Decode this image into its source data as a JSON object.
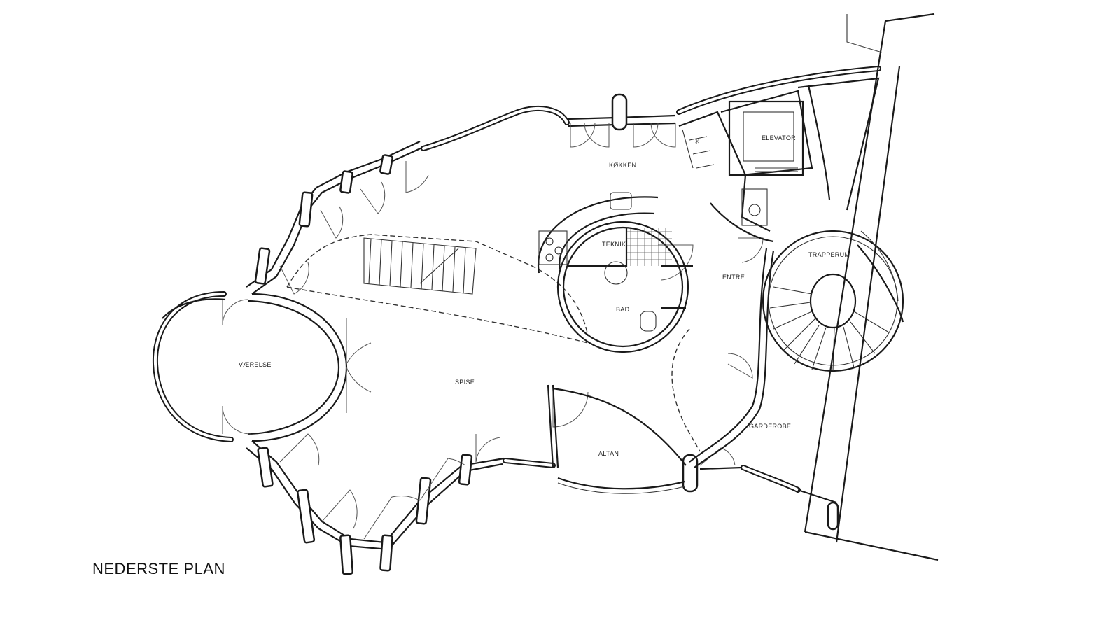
{
  "title": "NEDERSTE PLAN",
  "rooms": {
    "kitchen": "KØKKEN",
    "room": "VÆRELSE",
    "dining": "SPISE",
    "technical": "TEKNIK",
    "bath": "BAD",
    "entrance": "ENTRE",
    "elevator": "ELEVATOR",
    "stairwell": "TRAPPERUM",
    "balcony": "ALTAN",
    "wardrobe": "GARDEROBE"
  },
  "colors": {
    "line": "#1a1a1a",
    "background": "#ffffff"
  }
}
